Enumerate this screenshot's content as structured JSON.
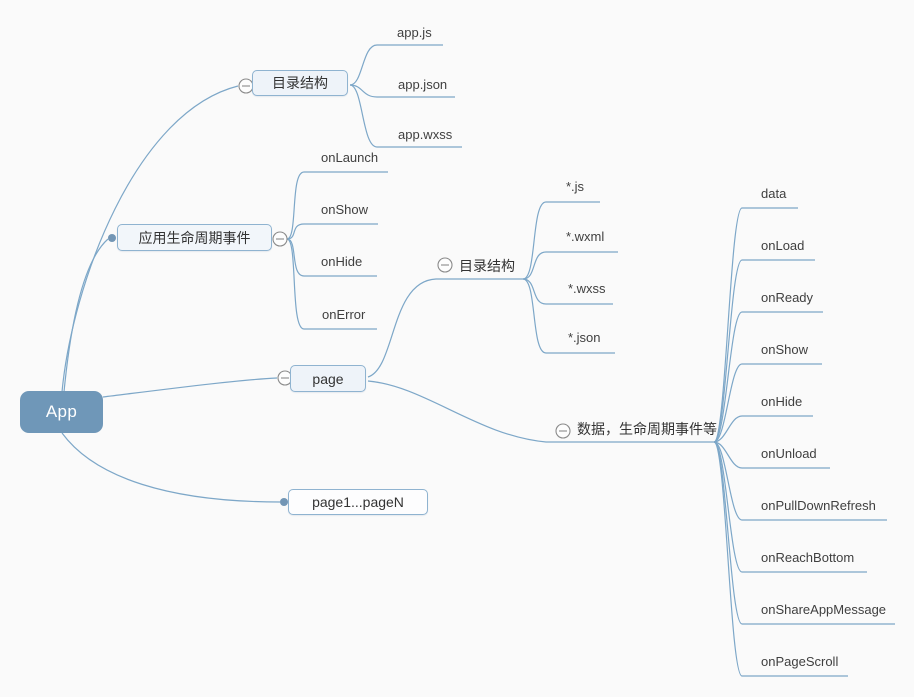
{
  "app_title": "mind map of WeChat mini-program App structure",
  "colors": {
    "background": "#fafafa",
    "root_fill": "#6f97b8",
    "root_text": "#ffffff",
    "box_fill": "#eef3f9",
    "box_border": "#8fb3d0",
    "edge": "#7da7c8",
    "collapse_stroke": "#8a8a8a",
    "text": "#3f3f3f"
  },
  "root": {
    "label": "App"
  },
  "branches": [
    {
      "label": "目录结构",
      "collapse_icon": "minus-circle",
      "children": [
        {
          "label": "app.js"
        },
        {
          "label": "app.json"
        },
        {
          "label": "app.wxss"
        }
      ]
    },
    {
      "label": "应用生命周期事件",
      "collapse_icon": "minus-circle",
      "children": [
        {
          "label": "onLaunch"
        },
        {
          "label": "onShow"
        },
        {
          "label": "onHide"
        },
        {
          "label": "onError"
        }
      ]
    },
    {
      "label": "page",
      "collapse_icon": "minus-circle",
      "children": [
        {
          "label": "目录结构",
          "collapse_icon": "minus-circle",
          "children": [
            {
              "label": "*.js"
            },
            {
              "label": "*.wxml"
            },
            {
              "label": "*.wxss"
            },
            {
              "label": "*.json"
            }
          ]
        },
        {
          "label": "数据，生命周期事件等",
          "collapse_icon": "minus-circle",
          "children": [
            {
              "label": "data"
            },
            {
              "label": "onLoad"
            },
            {
              "label": "onReady"
            },
            {
              "label": "onShow"
            },
            {
              "label": "onHide"
            },
            {
              "label": "onUnload"
            },
            {
              "label": "onPullDownRefresh"
            },
            {
              "label": "onReachBottom"
            },
            {
              "label": "onShareAppMessage"
            },
            {
              "label": "onPageScroll"
            }
          ]
        }
      ]
    },
    {
      "label": "page1...pageN"
    }
  ]
}
